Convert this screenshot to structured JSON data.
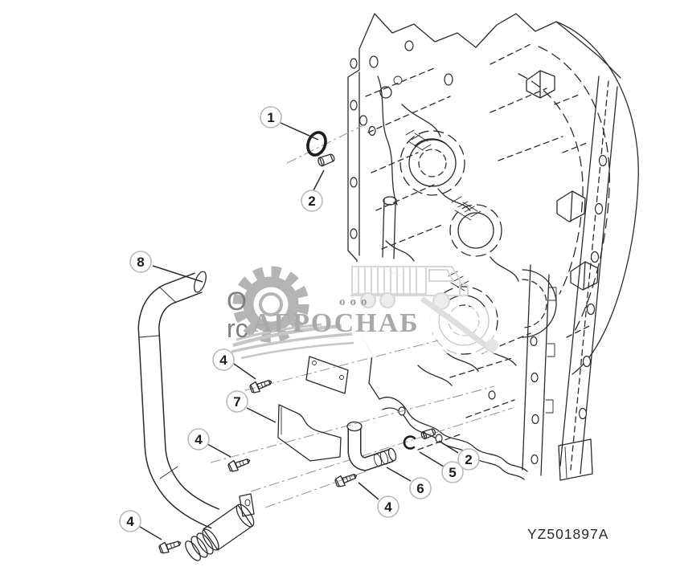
{
  "diagram": {
    "drawing_number": "YZ501897A",
    "background_text": {
      "line1": "O",
      "line2": "rc"
    },
    "callouts": {
      "c1": "1",
      "c2_top": "2",
      "c8": "8",
      "c4_upper": "4",
      "c7": "7",
      "c4_mid": "4",
      "c4_bottom_left": "4",
      "c4_bottom_center": "4",
      "c6": "6",
      "c5": "5",
      "c2_bottom": "2"
    },
    "colors": {
      "line": "#2b2b2b",
      "centerline": "#9a9a9a",
      "callout_ring": "#b9b9b9"
    }
  },
  "watermark": {
    "prefix": "ooo",
    "name": "АГРОСНАБ",
    "text_color": "#a9a9a9",
    "logo_color": "#b4b4b4",
    "vehicle_color": "#d7d7d7"
  }
}
